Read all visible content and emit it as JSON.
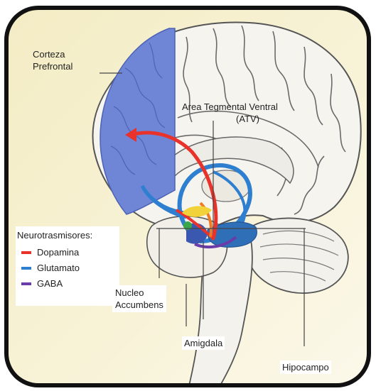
{
  "labels": {
    "corteza_line1": "Corteza",
    "corteza_line2": "Prefrontal",
    "atv_line1": "Area Tegmental Ventral",
    "atv_line2": "(ATV)",
    "nucleo_line1": "Nucleo",
    "nucleo_line2": "Accumbens",
    "amigdala": "Amigdala",
    "hipocampo": "Hipocampo"
  },
  "legend": {
    "title": "Neurotrasmisores:",
    "items": [
      {
        "label": "Dopamina",
        "color": "#e8322a"
      },
      {
        "label": "Glutamato",
        "color": "#2f7fd0"
      },
      {
        "label": "GABA",
        "color": "#6a3ca8"
      }
    ]
  },
  "colors": {
    "frame": "#111111",
    "background": "#f7f1c9",
    "prefrontal": "#6f86d6",
    "brain_outline": "#5a5a5a",
    "brain_fill": "#f6f4ef"
  }
}
